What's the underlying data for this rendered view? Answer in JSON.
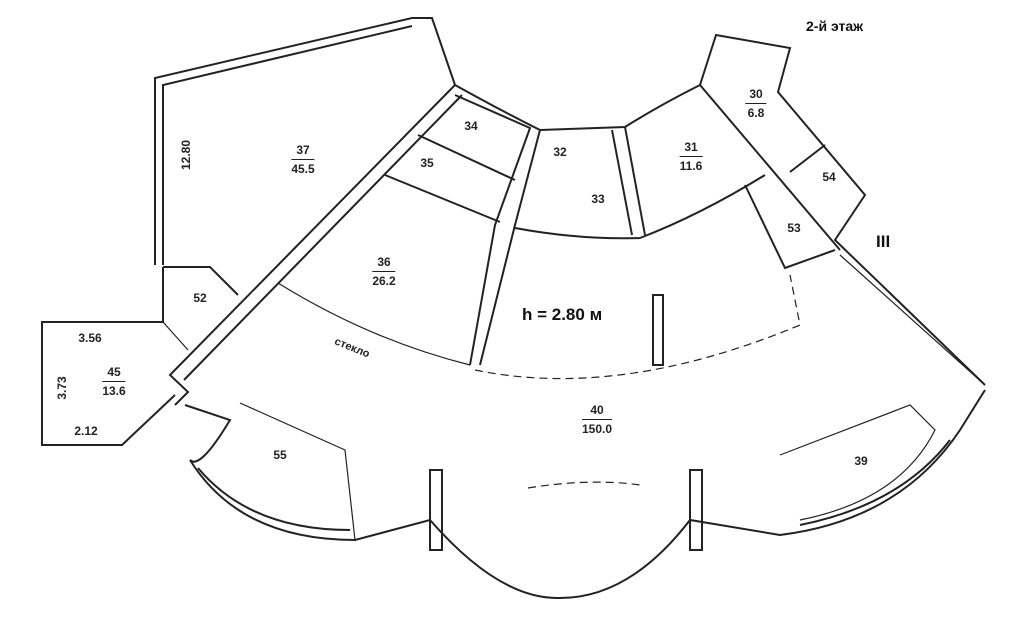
{
  "floor_title": "2-й этаж",
  "ceiling_height": "h = 2.80 м",
  "section_mark": "III",
  "glass_label": "стекло",
  "dimensions": {
    "room37_side": "12.80",
    "room45_top": "3.56",
    "room45_side": "3.73",
    "room45_bottom": "2.12"
  },
  "rooms": {
    "r30": {
      "number": "30",
      "area": "6.8"
    },
    "r31": {
      "number": "31",
      "area": "11.6"
    },
    "r32": {
      "number": "32"
    },
    "r33": {
      "number": "33"
    },
    "r34": {
      "number": "34"
    },
    "r35": {
      "number": "35"
    },
    "r36": {
      "number": "36",
      "area": "26.2"
    },
    "r37": {
      "number": "37",
      "area": "45.5"
    },
    "r39": {
      "number": "39"
    },
    "r40": {
      "number": "40",
      "area": "150.0"
    },
    "r45": {
      "number": "45",
      "area": "13.6"
    },
    "r52": {
      "number": "52"
    },
    "r53": {
      "number": "53"
    },
    "r54": {
      "number": "54"
    },
    "r55": {
      "number": "55"
    }
  }
}
